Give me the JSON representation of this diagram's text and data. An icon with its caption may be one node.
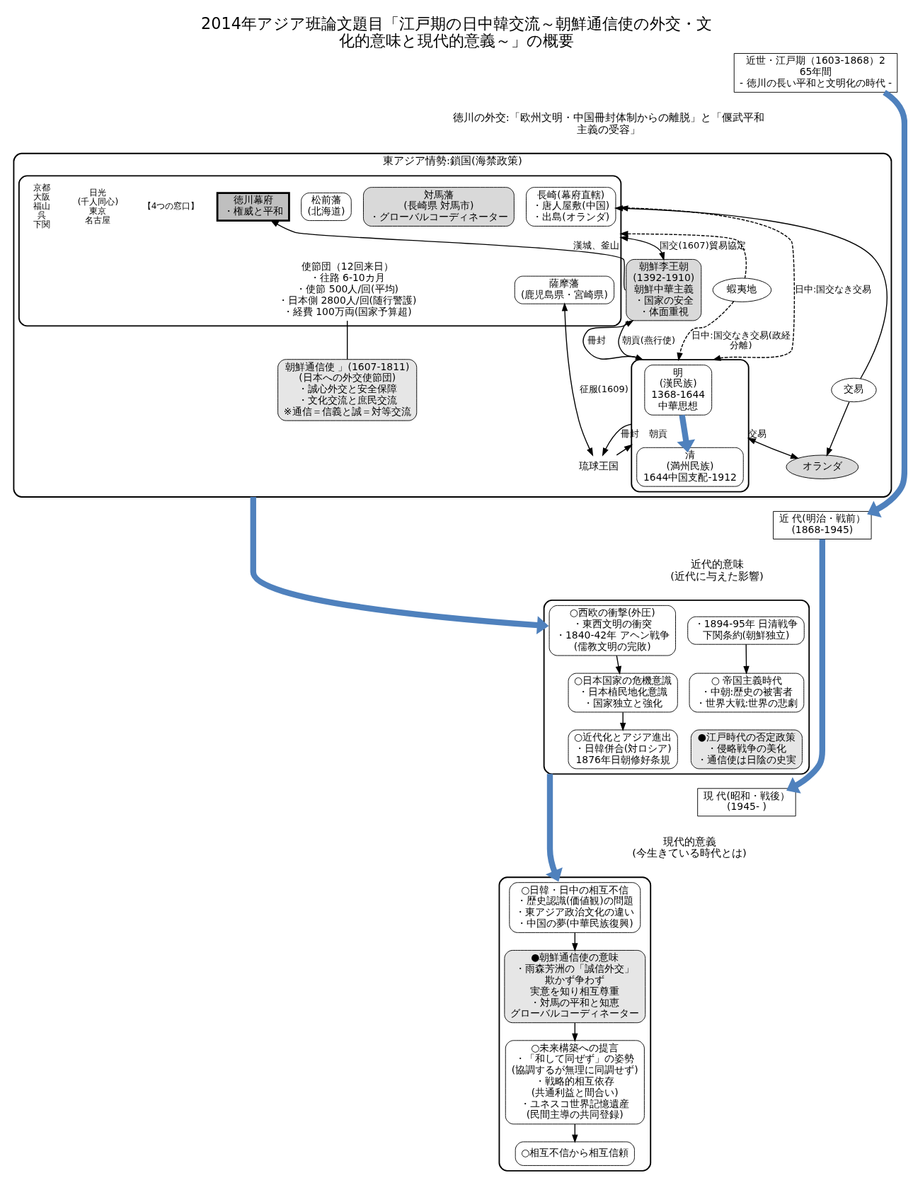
{
  "diagram": {
    "title": "2014年アジア班論文題目「江戸期の日中韓交流～朝鮮通信使の外交・文化的意味と現代的意義～」の概要",
    "nodes": [
      {
        "text": [
          "近世・江戸期（1603-1868）265年間",
          "- 徳川の長い平和と文明化の時代 -"
        ],
        "beside": [
          "徳川の外交:「欧州文明・中国冊封体制からの離脱」と「偃武平和主義の受容」"
        ]
      },
      {
        "text": [
          "近 代(明治・戦前）",
          "(1868-1945)"
        ],
        "beside": [
          "近代的意味",
          "(近代に与えた影響)"
        ]
      },
      {
        "text": [
          "現 代(昭和・戦後）",
          "(1945- )"
        ],
        "beside": [
          "現代的意義",
          "(今生きている時代とは)"
        ]
      },
      {
        "text": [
          "東アジア情勢:鎖国(海禁政策)"
        ]
      },
      {
        "text": [],
        "shape": "box",
        "in": 3
      },
      {
        "text": [
          "徳川幕府",
          "・権威と平和"
        ],
        "in": 4
      },
      {
        "text": [
          "松前藩",
          "(北海道)"
        ],
        "in": 4
      },
      {
        "text": [
          "対馬藩",
          "(長崎県 対馬市)",
          "・グローバルコーディネーター"
        ],
        "in": 4
      },
      {
        "text": [
          "使節団（12回来日）",
          "・往路 6-10カ月",
          "・使節 500人/回(平均)",
          "・日本側 2800人/回(随行警護)",
          "・経費 100万両(国家予算超)"
        ],
        "in": 4
      },
      {
        "text": [
          "長崎(幕府直轄)",
          "・唐人屋敷(中国)",
          "・出島(オランダ)"
        ],
        "in": 4
      },
      {
        "text": [
          "薩摩藩",
          "(鹿児島県・宮崎県)"
        ],
        "in": 4
      },
      {
        "text": [
          "朝鮮李王朝",
          "(1392-1910)",
          "朝鮮中華主義",
          "・国家の安全",
          "・体面重視"
        ],
        "in": 3
      },
      {
        "text": [
          "朝鮮通信使 」(1607-1811)",
          "(日本への外交使節団)",
          "・誠心外交と安全保障",
          "・文化交流と庶民交流",
          "※通信＝信義と誠＝対等交流"
        ],
        "in": 3
      },
      {
        "text": [],
        "shape": "box",
        "in": 3
      },
      {
        "text": [
          "明",
          "(漢民族)",
          "1368-1644",
          "中華思想"
        ],
        "in": 13
      },
      {
        "text": [
          "清",
          "(満州民族)",
          "1644中国支配-1912"
        ],
        "in": 13
      },
      {
        "text": [
          "蝦夷地"
        ],
        "in": 3
      },
      {
        "text": [
          "交易"
        ],
        "in": 3
      },
      {
        "text": [
          "琉球王国"
        ],
        "in": 3
      },
      {
        "text": [
          "オランダ"
        ],
        "in": 3
      },
      {
        "text": [],
        "shape": "box"
      },
      {
        "text": [
          "○西欧の衝撃(外圧)",
          "・東西文明の衝突",
          "・1840-42年 アヘン戦争",
          "(儒教文明の完敗)"
        ],
        "in": 20
      },
      {
        "text": [
          "○日本国家の危機意識",
          "・日本植民地化意識",
          "・国家独立と強化"
        ],
        "in": 20
      },
      {
        "text": [
          "○近代化とアジア進出",
          "・日韓併合(対ロシア)",
          "1876年日朝修好条規"
        ],
        "in": 20
      },
      {
        "text": [
          "・1894-95年 日清戦争",
          "下関条約(朝鮮独立)"
        ],
        "in": 20
      },
      {
        "text": [
          "○ 帝国主義時代",
          "・中朝:歴史の被害者",
          "・世界大戦:世界の悲劇"
        ],
        "in": 20
      },
      {
        "text": [
          "●江戸時代の否定政策",
          "・侵略戦争の美化",
          "・通信使は日陰の史実"
        ],
        "in": 20
      },
      {
        "text": [],
        "shape": "box"
      },
      {
        "text": [
          "○日韓・日中の相互不信",
          "・歴史認識(価値観)の問題",
          "・東アジア政治文化の違い",
          "・中国の夢(中華民族復興)"
        ],
        "in": 27
      },
      {
        "text": [
          "●朝鮮通信使の意味",
          "・雨森芳洲の「誠信外交」",
          "欺かず争わず",
          "実意を知り相互尊重",
          "・対馬の平和と知恵",
          "グローバルコーディネーター"
        ],
        "in": 27
      },
      {
        "text": [
          "○未来構築への提言",
          "・「和して同ぜず」の姿勢",
          "(協調するが無理に同調せず)",
          "・戦略的相互依存",
          "(共通利益と間合い)",
          "・ユネスコ世界記憶遺産",
          "(民間主導の共同登録)"
        ],
        "in": 27
      },
      {
        "text": [
          "○相互不信から相互信頼"
        ],
        "in": 27
      }
    ],
    "edges": [
      {
        "from": 0,
        "to": 1,
        "arrow": "to",
        "style": "thick",
        "color": "#4f81bd"
      },
      {
        "from": 1,
        "to": 2,
        "arrow": "to",
        "style": "thick",
        "color": "#4f81bd"
      },
      {
        "from": 3,
        "to": 20,
        "arrow": "to",
        "style": "thick",
        "color": "#4f81bd"
      },
      {
        "from": 20,
        "to": 27,
        "arrow": "to",
        "style": "thick",
        "color": "#4f81bd"
      },
      {
        "from": 14,
        "to": 15,
        "arrow": "to",
        "style": "thick",
        "color": "#4f81bd"
      },
      {
        "from": 13,
        "to": 11,
        "arrow": "to",
        "label": "冊封"
      },
      {
        "from": 11,
        "to": 13,
        "arrow": "to",
        "label": "朝貢(燕行使)"
      },
      {
        "from": 11,
        "to": 4,
        "arrow": "both",
        "label": "国交(1607)貿易協定"
      },
      {
        "from": 11,
        "to": 5,
        "arrow": "to",
        "label": "漢城、釜山"
      },
      {
        "from": 12,
        "to": 8,
        "arrow": "none"
      },
      {
        "from": 16,
        "to": 13,
        "arrow": "to",
        "style": "dashed",
        "label": "日中:国交なき交易(政経分離)"
      },
      {
        "from": 16,
        "to": 4,
        "arrow": "to",
        "style": "dashed"
      },
      {
        "from": 13,
        "to": 4,
        "arrow": "both",
        "style": "dashed",
        "label": "日中:国交なき交易"
      },
      {
        "from": 13,
        "to": 18,
        "arrow": "to",
        "label": "冊封"
      },
      {
        "from": 18,
        "to": 13,
        "arrow": "to",
        "label": "朝貢"
      },
      {
        "from": 13,
        "to": 19,
        "arrow": "both",
        "label": "交易"
      },
      {
        "from": 17,
        "to": 9,
        "arrow": "to"
      },
      {
        "from": 17,
        "to": 19,
        "arrow": "to"
      },
      {
        "from": 10,
        "to": 18,
        "arrow": "both",
        "label": "征服(1609)"
      },
      {
        "from": 21,
        "to": 22,
        "arrow": "to"
      },
      {
        "from": 22,
        "to": 23,
        "arrow": "to"
      },
      {
        "from": 24,
        "to": 25,
        "arrow": "to"
      },
      {
        "from": 28,
        "to": 29,
        "arrow": "to"
      },
      {
        "from": 29,
        "to": 30,
        "arrow": "to"
      },
      {
        "from": 30,
        "to": 31,
        "arrow": "to"
      }
    ],
    "labels": [
      "【4つの窓口】",
      "日光",
      "(千人同心)",
      "東京",
      "名古屋",
      "京都",
      "大阪",
      "福山",
      "呉",
      "下関"
    ]
  }
}
